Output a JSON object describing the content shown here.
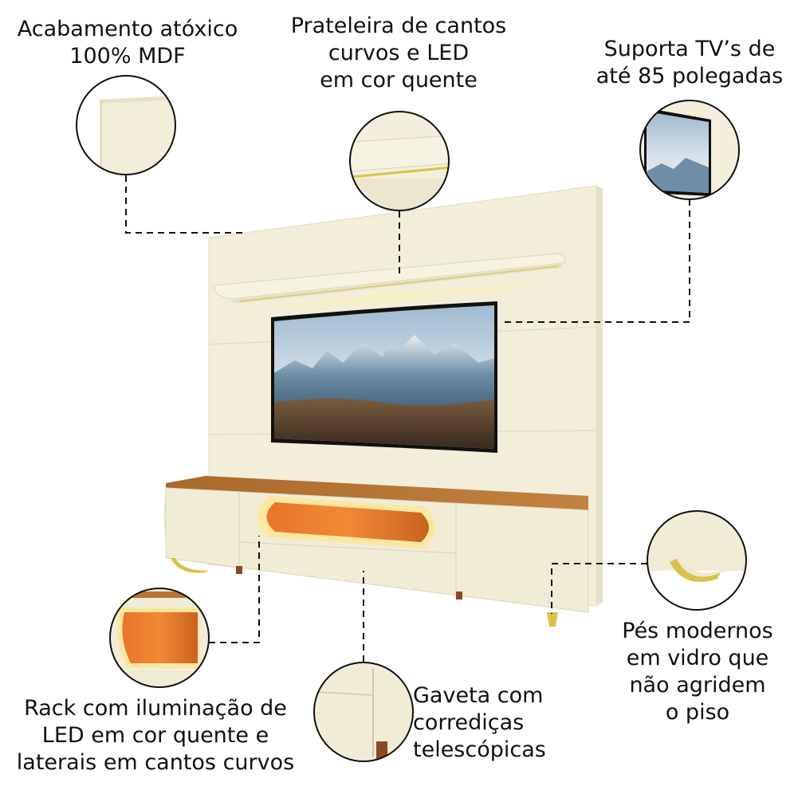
{
  "features": [
    {
      "id": "finish",
      "lines": [
        "Acabamento atóxico",
        "100% MDF"
      ]
    },
    {
      "id": "shelf",
      "lines": [
        "Prateleira de cantos",
        "curvos e LED",
        "em cor quente"
      ]
    },
    {
      "id": "tv",
      "lines": [
        "Suporta TV’s de",
        "até 85 polegadas"
      ]
    },
    {
      "id": "rack",
      "lines": [
        "Rack com iluminação de",
        "LED em cor quente e",
        "laterais em cantos curvos"
      ]
    },
    {
      "id": "drawer",
      "lines": [
        "Gaveta com",
        "corrediças",
        "telescópicas"
      ]
    },
    {
      "id": "feet",
      "lines": [
        "Pés modernos",
        "em vidro que",
        "não agridem",
        "o piso"
      ]
    }
  ],
  "colors": {
    "panel": "#f3efdc",
    "panel_shade": "#e6e1cb",
    "wood": "#b8752f",
    "led_glow": "#f7e28a",
    "gold": "#d9c24a",
    "callout_line": "#111111"
  },
  "icons": [
    "zoom-circle-finish",
    "zoom-circle-shelf",
    "zoom-circle-tv",
    "zoom-circle-rack",
    "zoom-circle-drawer",
    "zoom-circle-feet"
  ]
}
